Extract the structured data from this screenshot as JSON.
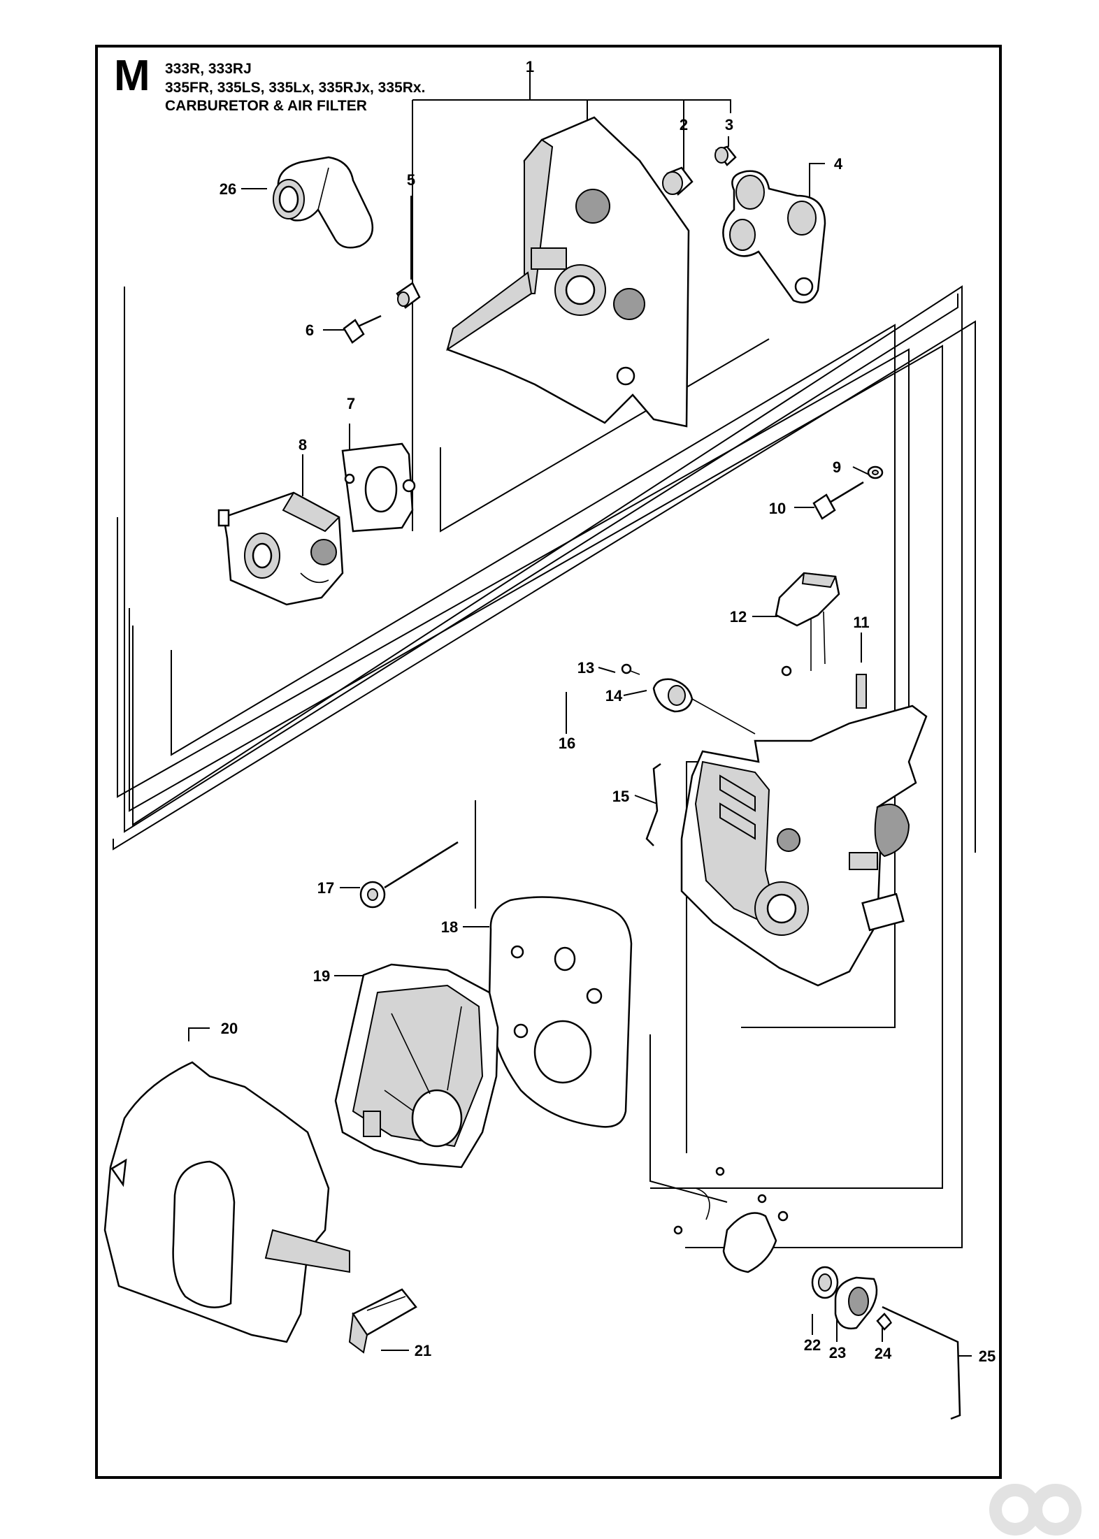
{
  "header": {
    "section_letter": "M",
    "models_line1": "333R, 333RJ",
    "models_line2": "335FR, 335LS, 335Lx, 335RJx, 335Rx.",
    "title": "CARBURETOR & AIR FILTER"
  },
  "callouts": [
    {
      "id": "c1",
      "label": "1"
    },
    {
      "id": "c2",
      "label": "2"
    },
    {
      "id": "c3",
      "label": "3"
    },
    {
      "id": "c4",
      "label": "4"
    },
    {
      "id": "c5",
      "label": "5"
    },
    {
      "id": "c6",
      "label": "6"
    },
    {
      "id": "c7",
      "label": "7"
    },
    {
      "id": "c8",
      "label": "8"
    },
    {
      "id": "c9",
      "label": "9"
    },
    {
      "id": "c10",
      "label": "10"
    },
    {
      "id": "c11",
      "label": "11"
    },
    {
      "id": "c12",
      "label": "12"
    },
    {
      "id": "c13",
      "label": "13"
    },
    {
      "id": "c14",
      "label": "14"
    },
    {
      "id": "c15",
      "label": "15"
    },
    {
      "id": "c16",
      "label": "16"
    },
    {
      "id": "c17",
      "label": "17"
    },
    {
      "id": "c18",
      "label": "18"
    },
    {
      "id": "c19",
      "label": "19"
    },
    {
      "id": "c20",
      "label": "20"
    },
    {
      "id": "c21",
      "label": "21"
    },
    {
      "id": "c22",
      "label": "22"
    },
    {
      "id": "c23",
      "label": "23"
    },
    {
      "id": "c24",
      "label": "24"
    },
    {
      "id": "c25",
      "label": "25"
    },
    {
      "id": "c26",
      "label": "26"
    }
  ],
  "colors": {
    "line": "#000000",
    "fill": "#ffffff",
    "shade": "#d4d4d4"
  },
  "watermark_icon": "brand-logo-icon"
}
